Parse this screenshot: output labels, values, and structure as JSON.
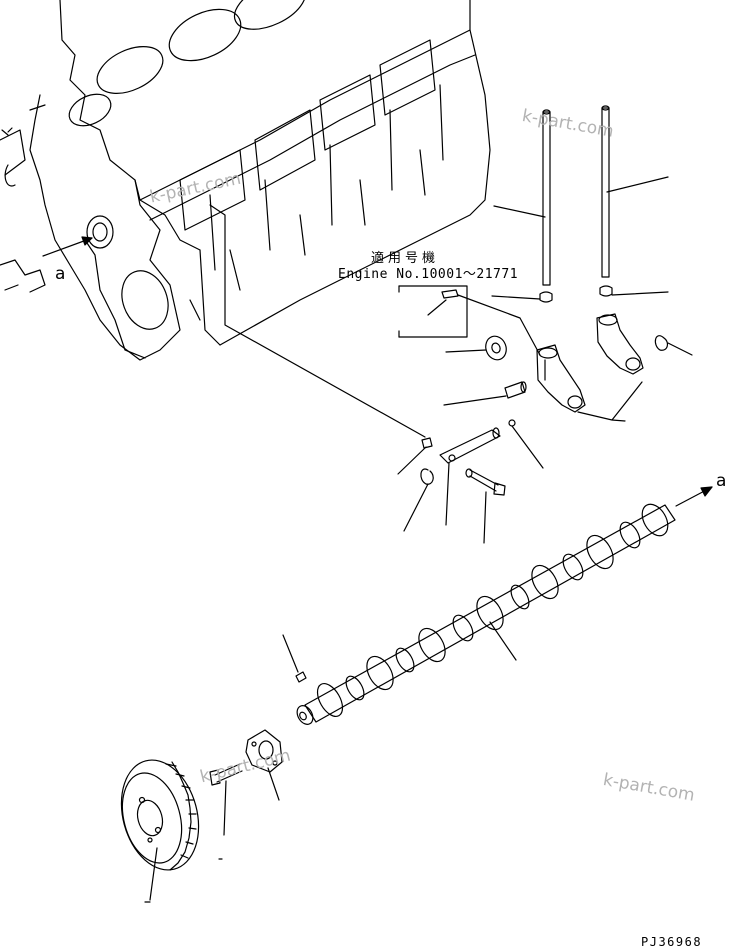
{
  "diagram": {
    "applicability_label": "適用号機",
    "engine_serial_label": "Engine No.10001～21771",
    "view_marker_left": "a",
    "view_marker_right": "a",
    "drawing_code": "PJ36968",
    "watermarks": [
      "k-part.com",
      "k-part.com",
      "k-part.com",
      "k-part.com"
    ],
    "colors": {
      "line": "#000000",
      "watermark": "#b3b3b3",
      "background": "#ffffff"
    }
  }
}
